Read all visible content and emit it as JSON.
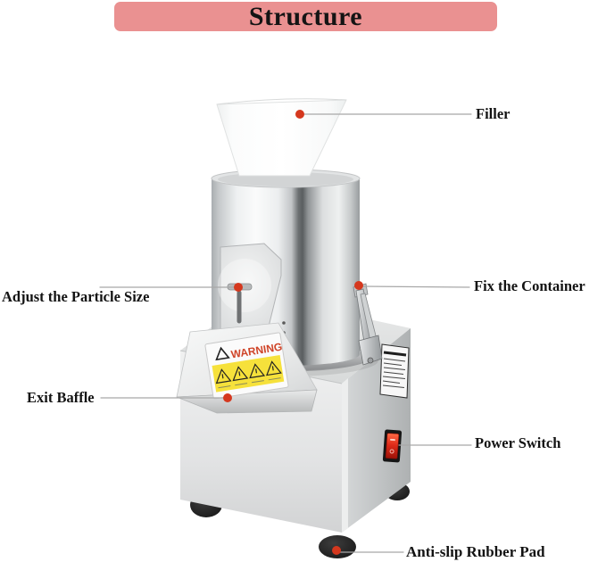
{
  "title": "Structure",
  "labels": {
    "filler": "Filler",
    "fix_container": "Fix the Container",
    "adjust_particle": "Adjust the Particle Size",
    "exit_baffle": "Exit Baffle",
    "power_switch": "Power Switch",
    "anti_slip": "Anti-slip Rubber Pad"
  },
  "machine": {
    "warning_text": "WARNING"
  },
  "icons": {
    "marker_dot": "circle",
    "warning_triangle": "⚠"
  },
  "colors": {
    "banner_bg": "#ea9191",
    "title_text": "#141414",
    "label_text": "#131313",
    "leader_line": "#a8a8a8",
    "marker_dot": "#d5381e",
    "warning_yellow": "#f6e13b",
    "warning_red": "#cf4428",
    "switch_red": "#e02c1a",
    "steel_light": "#f2f3f4",
    "steel_dark": "#5a5e60"
  }
}
